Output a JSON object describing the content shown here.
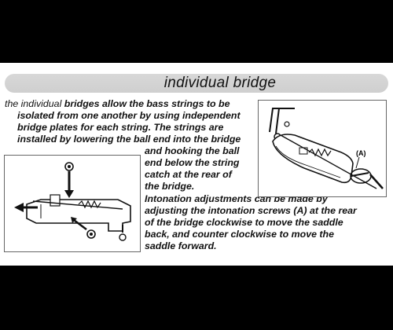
{
  "heading": "individual bridge",
  "paragraph1": {
    "lead_plain": "the individual",
    "line1_rest": " bridges allow the bass strings to be",
    "line2": "isolated from one another by using independent",
    "line3": "bridge plates for each string. The strings are",
    "line4": "installed by lowering the ball end into the bridge",
    "line5": "and hooking the ball",
    "line6": "end below the string",
    "line7": "catch at the rear of",
    "line8": "the bridge."
  },
  "paragraph2": {
    "line1": "Intonation adjustments can be made by",
    "line2": "adjusting the intonation screws (A) at the rear",
    "line3": "of the bridge clockwise to move the saddle",
    "line4": "back, and counter clockwise to move the",
    "line5": "saddle forward."
  },
  "diagram_right": {
    "label": "(A)"
  }
}
